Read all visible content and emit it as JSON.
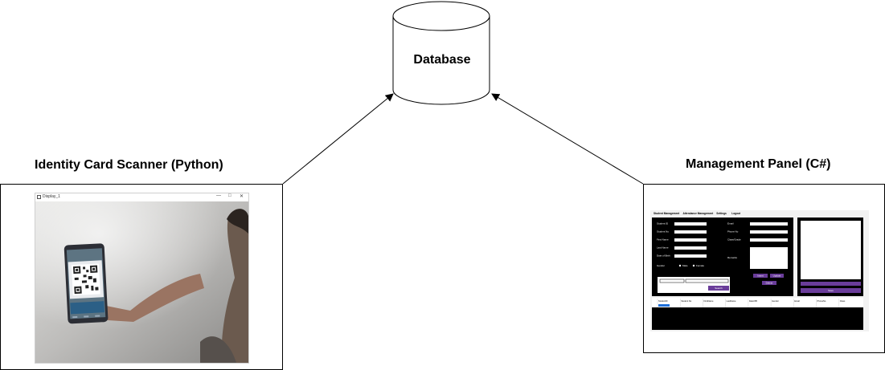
{
  "diagram": {
    "database_label": "Database",
    "scanner_title": "Identity Card Scanner (Python)",
    "panel_title": "Management Panel (C#)"
  },
  "scanner_window": {
    "title": "Display_1",
    "controls": [
      "—",
      "□",
      "✕"
    ]
  },
  "panel_window": {
    "menu": [
      "Student Management",
      "Attendance Management",
      "Settings",
      "Logout"
    ],
    "left_fields": [
      "Student ID",
      "Student No",
      "First Name",
      "Last Name",
      "Date of Birth"
    ],
    "gender_label": "Gender",
    "gender_options": [
      "Male",
      "Female"
    ],
    "right_fields": [
      "Email",
      "Phone No",
      "Class/Grade"
    ],
    "remarks_label": "Remarks",
    "search_button": "Search",
    "buttons": [
      "Insert",
      "Update",
      "Delete"
    ],
    "photo_button": "Save",
    "table_headers": [
      "StudentID",
      "Student No",
      "FirstName",
      "LastName",
      "DateOfB",
      "Gender",
      "Email",
      "PhoneNo",
      "Class"
    ]
  }
}
